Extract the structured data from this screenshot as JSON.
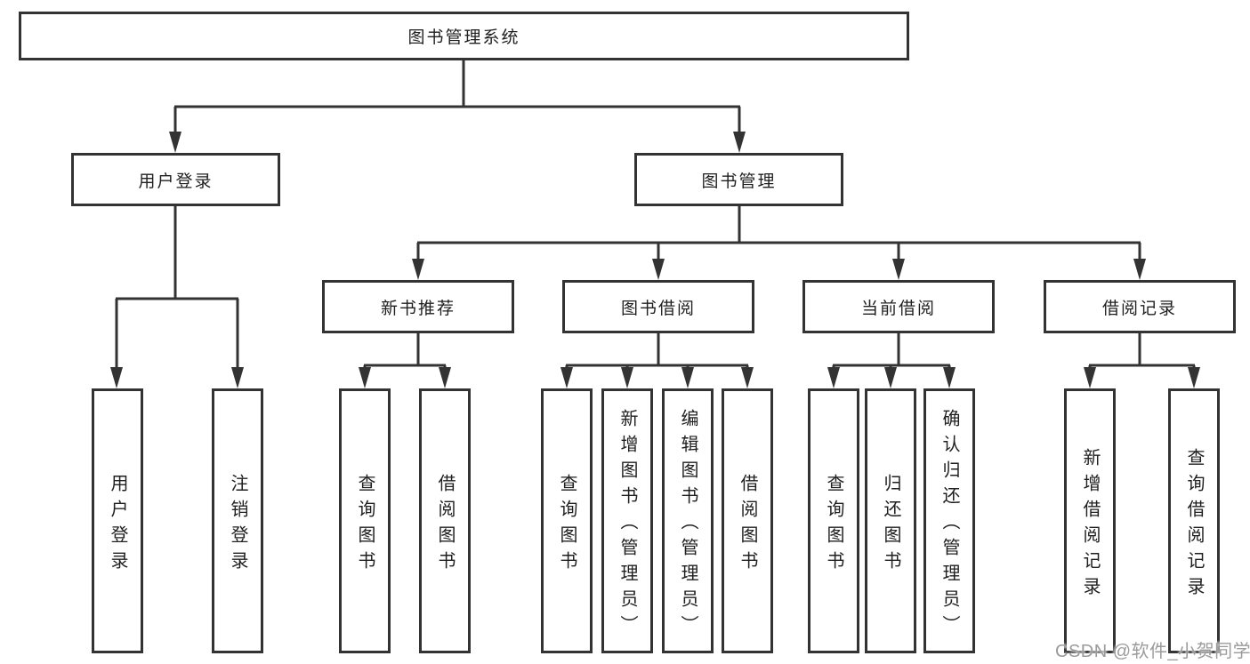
{
  "tree": {
    "root": {
      "label": "图书管理系统"
    },
    "children": [
      {
        "label": "用户登录",
        "children": [
          {
            "label": "用户登录"
          },
          {
            "label": "注销登录"
          }
        ]
      },
      {
        "label": "图书管理",
        "children": [
          {
            "label": "新书推荐",
            "children": [
              {
                "label": "查询图书"
              },
              {
                "label": "借阅图书"
              }
            ]
          },
          {
            "label": "图书借阅",
            "children": [
              {
                "label": "查询图书"
              },
              {
                "label": "新增图书（管理员）"
              },
              {
                "label": "编辑图书（管理员）"
              },
              {
                "label": "借阅图书"
              }
            ]
          },
          {
            "label": "当前借阅",
            "children": [
              {
                "label": "查询图书"
              },
              {
                "label": "归还图书"
              },
              {
                "label": "确认归还（管理员）"
              }
            ]
          },
          {
            "label": "借阅记录",
            "children": [
              {
                "label": "新增借阅记录"
              },
              {
                "label": "查询借阅记录"
              }
            ]
          }
        ]
      }
    ]
  },
  "watermark": {
    "text": "CSDN @软件_小贺同学"
  },
  "colors": {
    "line": "#333333",
    "box_border": "#333333",
    "text": "#1f1f1f",
    "background": "#ffffff",
    "watermark": "#9b9b9b"
  }
}
